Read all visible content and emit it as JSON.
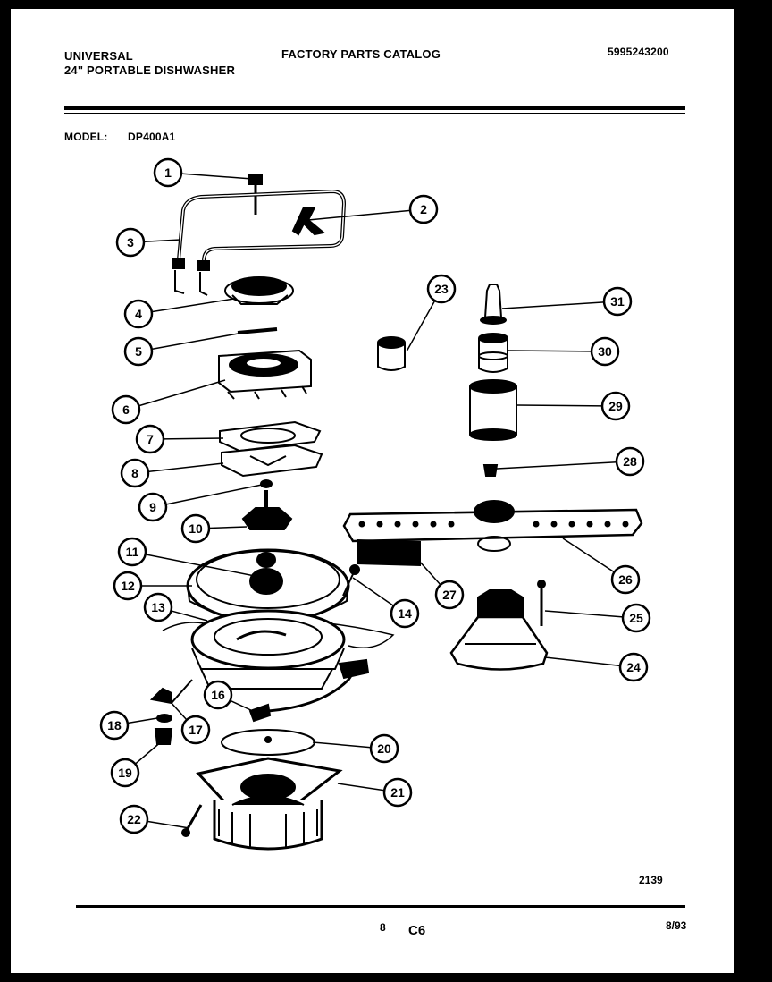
{
  "header": {
    "brand": "UNIVERSAL",
    "product": "24\" PORTABLE DISHWASHER",
    "catalog_title": "FACTORY PARTS CATALOG",
    "catalog_number": "5995243200",
    "model_label": "MODEL:",
    "model_value": "DP400A1"
  },
  "callouts": [
    "1",
    "2",
    "3",
    "4",
    "5",
    "6",
    "7",
    "8",
    "9",
    "10",
    "11",
    "12",
    "13",
    "14",
    "16",
    "17",
    "18",
    "19",
    "20",
    "21",
    "22",
    "23",
    "24",
    "25",
    "26",
    "27",
    "28",
    "29",
    "30",
    "31"
  ],
  "footer": {
    "diagram_number": "2139",
    "page_number": "8",
    "section_code": "C6",
    "date": "8/93"
  }
}
